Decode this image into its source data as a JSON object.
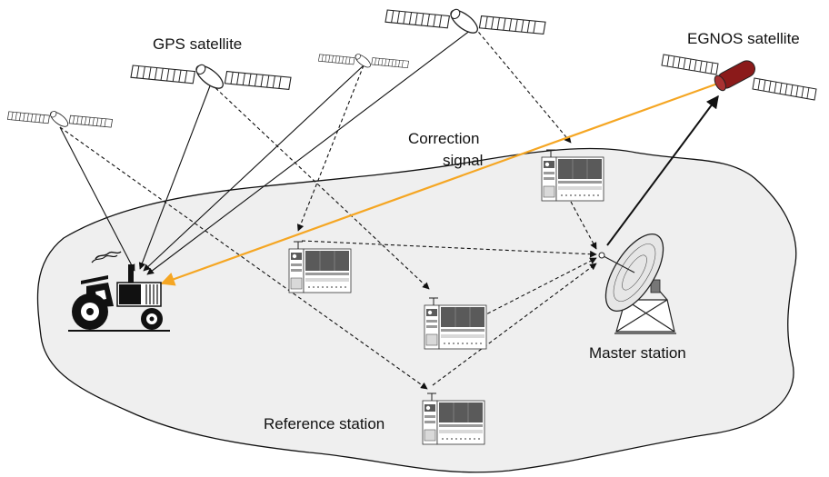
{
  "labels": {
    "gps_satellite": "GPS satellite",
    "egnos_satellite": "EGNOS satellite",
    "correction_signal_line1": "Correction",
    "correction_signal_line2": "signal",
    "master_station": "Master station",
    "reference_station": "Reference station"
  },
  "colors": {
    "land": "#efefef",
    "correction_signal": "#f5a623",
    "egnos_body": "#8b1a1a",
    "line": "#111111"
  },
  "icons": [
    "satellite-icon",
    "egnos-satellite-icon",
    "reference-station-icon",
    "satellite-dish-icon",
    "tractor-icon"
  ]
}
